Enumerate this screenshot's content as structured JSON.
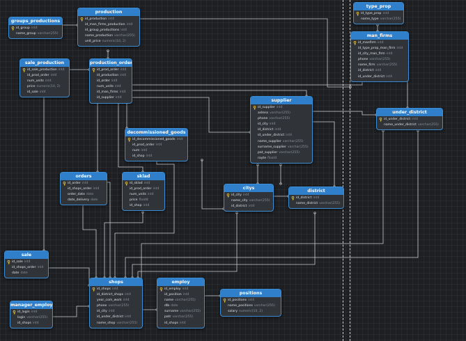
{
  "tables": [
    {
      "id": "groups_productions",
      "title": "groups_productions",
      "cols": [
        {
          "name": "id_group",
          "type": "int4",
          "pk": true
        },
        {
          "name": "name_group",
          "type": "varchar(255)",
          "pk": false
        }
      ]
    },
    {
      "id": "production",
      "title": "production",
      "cols": [
        {
          "name": "id_production",
          "type": "int4",
          "pk": true
        },
        {
          "name": "id_man_firms_production",
          "type": "int4",
          "pk": false
        },
        {
          "name": "id_group_productions",
          "type": "int4",
          "pk": false
        },
        {
          "name": "name_production",
          "type": "varchar(255)",
          "pk": false
        },
        {
          "name": "unit_price",
          "type": "numeric(10, 2)",
          "pk": false
        }
      ]
    },
    {
      "id": "type_prop",
      "title": "type_prop",
      "cols": [
        {
          "name": "id_type_prop",
          "type": "int4",
          "pk": true
        },
        {
          "name": "name_type",
          "type": "varchar(255)",
          "pk": false
        }
      ]
    },
    {
      "id": "man_firms",
      "title": "man_firms",
      "cols": [
        {
          "name": "id_manfirm",
          "type": "int4",
          "pk": true
        },
        {
          "name": "id_type_prop_man_firm",
          "type": "int4",
          "pk": false
        },
        {
          "name": "id_city_man_firm",
          "type": "int4",
          "pk": false
        },
        {
          "name": "phone",
          "type": "varchar(255)",
          "pk": false
        },
        {
          "name": "name_firm",
          "type": "varchar(255)",
          "pk": false
        },
        {
          "name": "id_district",
          "type": "int4",
          "pk": false
        },
        {
          "name": "id_under_district",
          "type": "int4",
          "pk": false
        }
      ]
    },
    {
      "id": "sale_production",
      "title": "sale_production",
      "cols": [
        {
          "name": "id_sale_production",
          "type": "int4",
          "pk": true
        },
        {
          "name": "id_prod_order",
          "type": "int4",
          "pk": false
        },
        {
          "name": "num_units",
          "type": "int4",
          "pk": false
        },
        {
          "name": "price",
          "type": "numeric(10, 2)",
          "pk": false
        },
        {
          "name": "id_sale",
          "type": "int4",
          "pk": false
        }
      ]
    },
    {
      "id": "production_order",
      "title": "production_order",
      "cols": [
        {
          "name": "id_prod_order",
          "type": "int4",
          "pk": true
        },
        {
          "name": "id_production",
          "type": "int4",
          "pk": false
        },
        {
          "name": "id_order",
          "type": "int4",
          "pk": false
        },
        {
          "name": "num_units",
          "type": "int4",
          "pk": false
        },
        {
          "name": "id_man_firms",
          "type": "int4",
          "pk": false
        },
        {
          "name": "id_supplier",
          "type": "int4",
          "pk": false
        }
      ]
    },
    {
      "id": "supplier",
      "title": "supplier",
      "cols": [
        {
          "name": "id_supplier",
          "type": "int4",
          "pk": true
        },
        {
          "name": "adress",
          "type": "varchar(255)",
          "pk": false
        },
        {
          "name": "phone",
          "type": "varchar(255)",
          "pk": false
        },
        {
          "name": "id_city",
          "type": "int4",
          "pk": false
        },
        {
          "name": "id_district",
          "type": "int4",
          "pk": false
        },
        {
          "name": "id_under_district",
          "type": "int4",
          "pk": false
        },
        {
          "name": "name_supplier",
          "type": "varchar(255)",
          "pk": false
        },
        {
          "name": "surname_supplier",
          "type": "varchar(255)",
          "pk": false
        },
        {
          "name": "pat_supplier",
          "type": "varchar(255)",
          "pk": false
        },
        {
          "name": "rayte",
          "type": "float4",
          "pk": false
        }
      ]
    },
    {
      "id": "under_district",
      "title": "under_district",
      "cols": [
        {
          "name": "id_under_district",
          "type": "int4",
          "pk": true
        },
        {
          "name": "name_under_district",
          "type": "varchar(255)",
          "pk": false
        }
      ]
    },
    {
      "id": "decommissioned_goods",
      "title": "decommissioned_goods",
      "cols": [
        {
          "name": "id_decommissioned_goods",
          "type": "int4",
          "pk": true
        },
        {
          "name": "id_prod_order",
          "type": "int4",
          "pk": false
        },
        {
          "name": "num",
          "type": "int4",
          "pk": false
        },
        {
          "name": "id_shop",
          "type": "int4",
          "pk": false
        }
      ]
    },
    {
      "id": "orders",
      "title": "orders",
      "cols": [
        {
          "name": "id_order",
          "type": "int4",
          "pk": true
        },
        {
          "name": "id_shops_order",
          "type": "int4",
          "pk": false
        },
        {
          "name": "order_date",
          "type": "date",
          "pk": false
        },
        {
          "name": "date_delivery",
          "type": "date",
          "pk": false
        }
      ]
    },
    {
      "id": "sklad",
      "title": "sklad",
      "cols": [
        {
          "name": "id_sklad",
          "type": "int4",
          "pk": true
        },
        {
          "name": "id_prod_order",
          "type": "int4",
          "pk": false
        },
        {
          "name": "num_units",
          "type": "int4",
          "pk": false
        },
        {
          "name": "price",
          "type": "float8",
          "pk": false
        },
        {
          "name": "id_shop",
          "type": "int4",
          "pk": false
        }
      ]
    },
    {
      "id": "citys",
      "title": "citys",
      "cols": [
        {
          "name": "id_city",
          "type": "int4",
          "pk": true
        },
        {
          "name": "name_city",
          "type": "varchar(255)",
          "pk": false
        },
        {
          "name": "id_district",
          "type": "int4",
          "pk": false
        }
      ]
    },
    {
      "id": "district",
      "title": "district",
      "cols": [
        {
          "name": "id_district",
          "type": "int4",
          "pk": true
        },
        {
          "name": "name_district",
          "type": "varchar(255)",
          "pk": false
        }
      ]
    },
    {
      "id": "sale",
      "title": "sale",
      "cols": [
        {
          "name": "id_sale",
          "type": "int4",
          "pk": true
        },
        {
          "name": "id_shops_order",
          "type": "int4",
          "pk": false
        },
        {
          "name": "date",
          "type": "date",
          "pk": false
        }
      ]
    },
    {
      "id": "shops",
      "title": "shops",
      "cols": [
        {
          "name": "id_shops",
          "type": "int4",
          "pk": true
        },
        {
          "name": "id_district_shops",
          "type": "int4",
          "pk": false
        },
        {
          "name": "year_com_work",
          "type": "int4",
          "pk": false
        },
        {
          "name": "phone",
          "type": "varchar(255)",
          "pk": false
        },
        {
          "name": "id_city",
          "type": "int4",
          "pk": false
        },
        {
          "name": "id_under_district",
          "type": "int4",
          "pk": false
        },
        {
          "name": "name_shop",
          "type": "varchar(255)",
          "pk": false
        }
      ]
    },
    {
      "id": "employ",
      "title": "employ",
      "cols": [
        {
          "name": "id_employ",
          "type": "int4",
          "pk": true
        },
        {
          "name": "id_position",
          "type": "int4",
          "pk": false
        },
        {
          "name": "name",
          "type": "varchar(255)",
          "pk": false
        },
        {
          "name": "dlb",
          "type": "date",
          "pk": false
        },
        {
          "name": "surname",
          "type": "varchar(255)",
          "pk": false
        },
        {
          "name": "patr",
          "type": "varchar(255)",
          "pk": false
        },
        {
          "name": "id_shops",
          "type": "int4",
          "pk": false
        }
      ]
    },
    {
      "id": "positions",
      "title": "positions",
      "cols": [
        {
          "name": "id_positions",
          "type": "int4",
          "pk": true
        },
        {
          "name": "name_positions",
          "type": "varchar(255)",
          "pk": false
        },
        {
          "name": "salary",
          "type": "numeric(10, 2)",
          "pk": false
        }
      ]
    },
    {
      "id": "manager_employ",
      "title": "manager_employ",
      "cols": [
        {
          "name": "id_login",
          "type": "int4",
          "pk": true
        },
        {
          "name": "login",
          "type": "varchar(255)",
          "pk": false
        },
        {
          "name": "id_shops",
          "type": "int4",
          "pk": false
        }
      ]
    }
  ],
  "colors": {
    "header": "#2f7fcb",
    "body": "#303338",
    "link": "#c9cdd2",
    "key": "#e8c23a"
  }
}
